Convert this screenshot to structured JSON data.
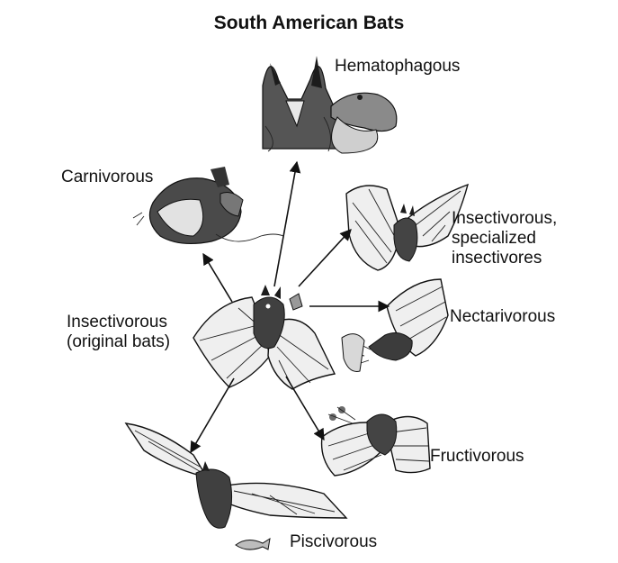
{
  "title": "South American Bats",
  "center": {
    "label_line1": "Insectivorous",
    "label_line2": "(original bats)"
  },
  "branches": [
    {
      "id": "hematophagous",
      "label_lines": [
        "Hematophagous"
      ]
    },
    {
      "id": "carnivorous",
      "label_lines": [
        "Carnivorous"
      ]
    },
    {
      "id": "insectivorous-specialized",
      "label_lines": [
        "Insectivorous,",
        "specialized",
        "insectivores"
      ]
    },
    {
      "id": "nectarivorous",
      "label_lines": [
        "Nectarivorous"
      ]
    },
    {
      "id": "fructivorous",
      "label_lines": [
        "Fructivorous"
      ]
    },
    {
      "id": "piscivorous",
      "label_lines": [
        "Piscivorous"
      ]
    }
  ]
}
